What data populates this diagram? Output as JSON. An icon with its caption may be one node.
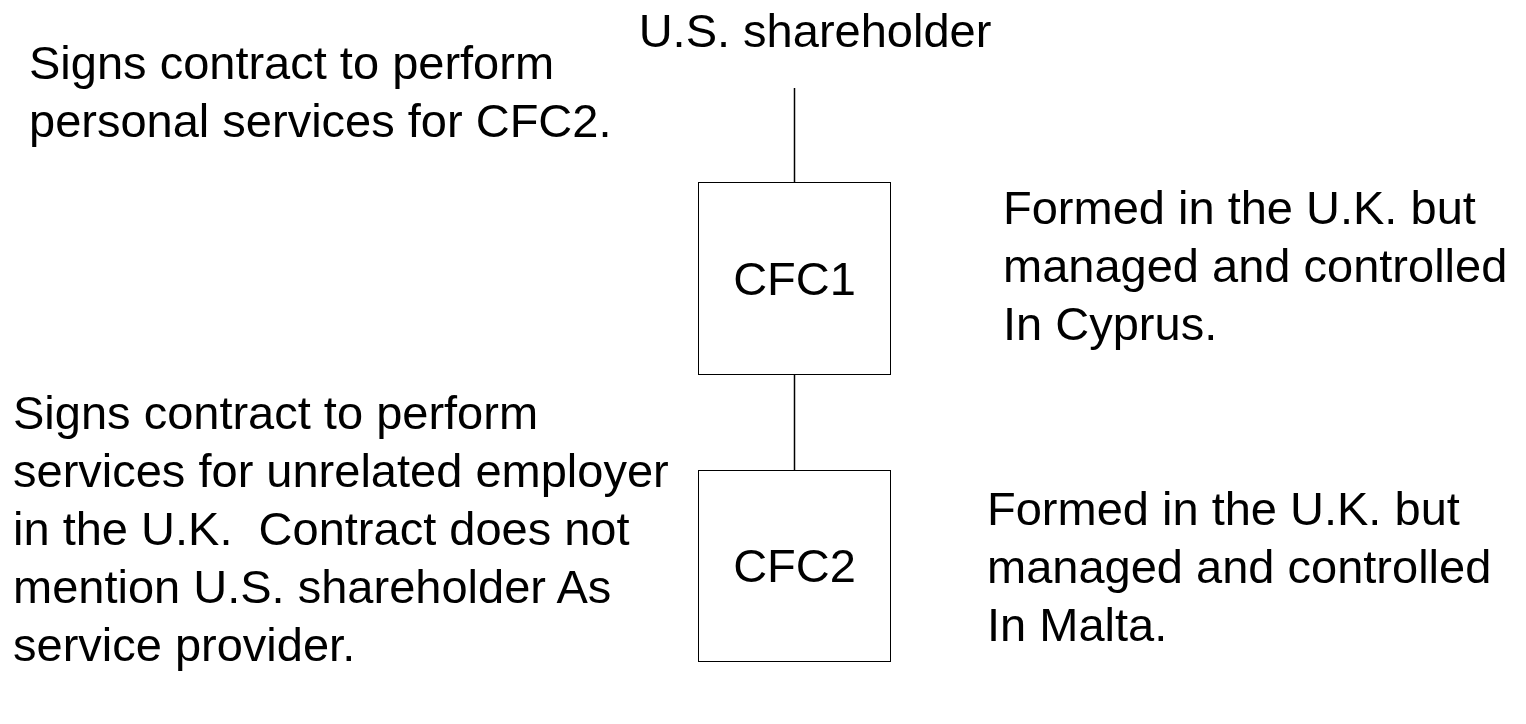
{
  "diagram": {
    "nodes": [
      {
        "text": [
          "U.S. shareholder"
        ]
      },
      {
        "text": [
          "CFC1"
        ],
        "beside": [
          "Formed in the U.K. but managed and controlled In Cyprus."
        ]
      },
      {
        "text": [
          "CFC2"
        ],
        "beside": [
          "Formed in the U.K. but managed and controlled In Malta."
        ]
      }
    ],
    "edges": [
      {
        "from": 0,
        "to": 1,
        "arrow": "none"
      },
      {
        "from": 1,
        "to": 2,
        "arrow": "none"
      }
    ],
    "labels": [
      "Signs contract to perform personal services for CFC2.",
      "Signs contract to perform services for unrelated employer in the U.K.  Contract does not mention U.S. shareholder As service provider."
    ]
  }
}
